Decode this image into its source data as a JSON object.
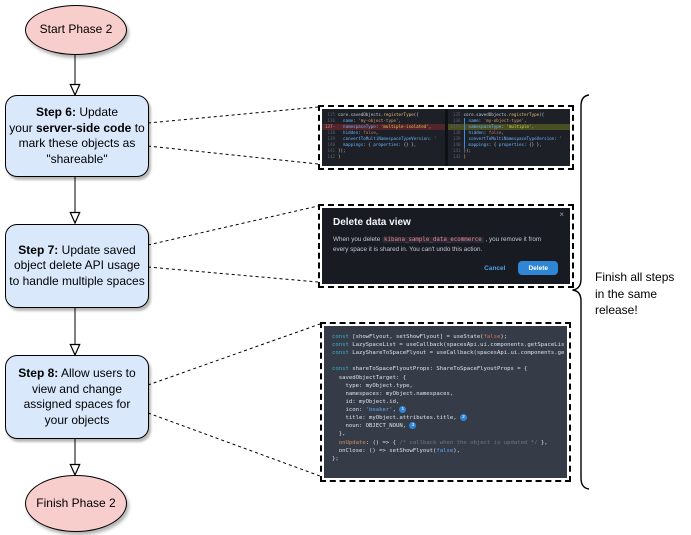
{
  "flow": {
    "start_label": "Start Phase 2",
    "finish_label": "Finish Phase 2",
    "step6_lines": [
      [
        [
          "Step 6:",
          "b"
        ],
        [
          " Update",
          ""
        ]
      ],
      [
        [
          "your ",
          ""
        ],
        [
          "server-side code",
          "b"
        ],
        [
          " to",
          ""
        ]
      ],
      [
        [
          "mark these objects as",
          ""
        ]
      ],
      [
        [
          "\"shareable\"",
          ""
        ]
      ]
    ],
    "step7_lines": [
      [
        [
          "Step 7:",
          "b"
        ],
        [
          " Update saved",
          ""
        ]
      ],
      [
        [
          "object delete API usage",
          ""
        ]
      ],
      [
        [
          "to handle multiple spaces",
          ""
        ]
      ]
    ],
    "step8_lines": [
      [
        [
          "Step 8:",
          "b"
        ],
        [
          " Allow users to",
          ""
        ]
      ],
      [
        [
          "view and change",
          ""
        ]
      ],
      [
        [
          "assigned spaces for",
          ""
        ]
      ],
      [
        [
          "your objects",
          ""
        ]
      ]
    ],
    "note_lines": [
      "Finish all steps",
      "in the same",
      "release!"
    ]
  },
  "diff": {
    "left_lines": [
      {
        "n": "135",
        "segs": [
          [
            "core.savedObjects.",
            "pl"
          ],
          [
            "registerType",
            "fn"
          ],
          [
            "({",
            "pl"
          ]
        ]
      },
      {
        "n": "136",
        "segs": [
          [
            "  ",
            "pl"
          ],
          [
            "name",
            "pr"
          ],
          [
            ": ",
            "pl"
          ],
          [
            "'my-object-type'",
            "st"
          ],
          [
            ",",
            "pl"
          ]
        ]
      },
      {
        "n": "137-",
        "cls": "rem",
        "segs": [
          [
            "  ",
            "pl"
          ],
          [
            "namespaceType",
            "pr"
          ],
          [
            ": ",
            "pl"
          ],
          [
            "'multiple-isolated'",
            "sthl"
          ],
          [
            ",",
            "pl"
          ]
        ]
      },
      {
        "n": "138",
        "segs": [
          [
            "  ",
            "pl"
          ],
          [
            "hidden",
            "pr"
          ],
          [
            ": ",
            "pl"
          ],
          [
            "false",
            "or"
          ],
          [
            ",",
            "pl"
          ]
        ]
      },
      {
        "n": "139",
        "segs": [
          [
            "  ",
            "pl"
          ],
          [
            "convertToMultiNamespaceTypeVersion",
            "pr"
          ],
          [
            ": ",
            "pl"
          ],
          [
            "'",
            "st"
          ]
        ]
      },
      {
        "n": "140",
        "segs": [
          [
            "  ",
            "pl"
          ],
          [
            "mappings",
            "pr"
          ],
          [
            ": { ",
            "pl"
          ],
          [
            "properties",
            "pr"
          ],
          [
            ": {} },",
            "pl"
          ]
        ]
      },
      {
        "n": "141",
        "segs": [
          [
            "});",
            "pl"
          ]
        ]
      },
      {
        "n": "142",
        "segs": [
          [
            "}",
            "fn"
          ]
        ]
      }
    ],
    "right_lines": [
      {
        "n": "135",
        "segs": [
          [
            "core.savedObjects.",
            "pl"
          ],
          [
            "registerType",
            "fn"
          ],
          [
            "({",
            "pl"
          ]
        ]
      },
      {
        "n": "136",
        "cls": "g",
        "segs": [
          [
            "  ",
            "pl"
          ],
          [
            "name",
            "pr"
          ],
          [
            ": ",
            "pl"
          ],
          [
            "'my-object-type'",
            "st"
          ],
          [
            ",",
            "pl"
          ]
        ]
      },
      {
        "n": "137+",
        "cls": "add g",
        "segs": [
          [
            "  ",
            "pl"
          ],
          [
            "namespaceType",
            "pr"
          ],
          [
            ": ",
            "pl"
          ],
          [
            "'multiple'",
            "sthl2"
          ],
          [
            ",",
            "pl"
          ]
        ]
      },
      {
        "n": "138",
        "cls": "g",
        "segs": [
          [
            "  ",
            "pl"
          ],
          [
            "hidden",
            "pr"
          ],
          [
            ": ",
            "pl"
          ],
          [
            "false",
            "or"
          ],
          [
            ",",
            "pl"
          ]
        ]
      },
      {
        "n": "139",
        "cls": "g",
        "segs": [
          [
            "  ",
            "pl"
          ],
          [
            "convertToMultiNamespaceTypeVersion",
            "pr"
          ],
          [
            ": ",
            "pl"
          ],
          [
            "'",
            "st"
          ]
        ]
      },
      {
        "n": "140",
        "cls": "g",
        "segs": [
          [
            "  ",
            "pl"
          ],
          [
            "mappings",
            "pr"
          ],
          [
            ": { ",
            "pl"
          ],
          [
            "properties",
            "pr"
          ],
          [
            ": {} },",
            "pl"
          ]
        ]
      },
      {
        "n": "141",
        "segs": [
          [
            "});",
            "pl"
          ]
        ]
      },
      {
        "n": "142",
        "segs": [
          [
            "}",
            "fn"
          ]
        ]
      }
    ]
  },
  "modal": {
    "title": "Delete data view",
    "close_glyph": "×",
    "body": [
      [
        "When you delete ",
        ""
      ],
      [
        "kibana_sample_data_ecommerce",
        "code"
      ],
      [
        " , you remove it from every space it is shared in. You can't undo this action.",
        ""
      ]
    ],
    "cancel_label": "Cancel",
    "delete_label": "Delete"
  },
  "code": {
    "lines": [
      [
        [
          "const",
          "k"
        ],
        [
          " [showFlyout, setShowFlyout] = useState(",
          ""
        ],
        [
          "false",
          "or"
        ],
        [
          ");",
          ""
        ]
      ],
      [
        [
          "const",
          "k"
        ],
        [
          " LazySpaceList = useCallback(spacesApi.ui.components.getSpaceLis",
          ""
        ]
      ],
      [
        [
          "const",
          "k"
        ],
        [
          " LazyShareToSpaceFlyout = useCallback(spacesApi.ui.components.ge",
          ""
        ]
      ],
      [],
      [
        [
          "const",
          "k"
        ],
        [
          " shareToSpaceFlyoutProps: ShareToSpaceFlyoutProps = {",
          ""
        ]
      ],
      [
        [
          "  savedObjectTarget: {",
          ""
        ]
      ],
      [
        [
          "    type: myObject.type,",
          ""
        ]
      ],
      [
        [
          "    namespaces: myObject.namespaces,",
          ""
        ]
      ],
      [
        [
          "    id: myObject.id,",
          ""
        ]
      ],
      [
        [
          "    icon: ",
          ""
        ],
        [
          "'beaker'",
          "st2"
        ],
        [
          ", ",
          ""
        ],
        [
          "1",
          "badge"
        ]
      ],
      [
        [
          "    title: myObject.attributes.title, ",
          ""
        ],
        [
          "2",
          "badge"
        ]
      ],
      [
        [
          "    noun: OBJECT_NOUN, ",
          ""
        ],
        [
          "3",
          "badge"
        ]
      ],
      [
        [
          "  },",
          ""
        ]
      ],
      [
        [
          "  ",
          ""
        ],
        [
          "onUpdate",
          "tan"
        ],
        [
          ": () => { ",
          ""
        ],
        [
          "/* callback when the object is updated */",
          "cm"
        ],
        [
          " },",
          ""
        ]
      ],
      [
        [
          "  onClose: () => setShowFlyout(",
          ""
        ],
        [
          "false",
          "st2"
        ],
        [
          "),",
          ""
        ]
      ],
      [
        [
          "};",
          ""
        ]
      ]
    ]
  }
}
